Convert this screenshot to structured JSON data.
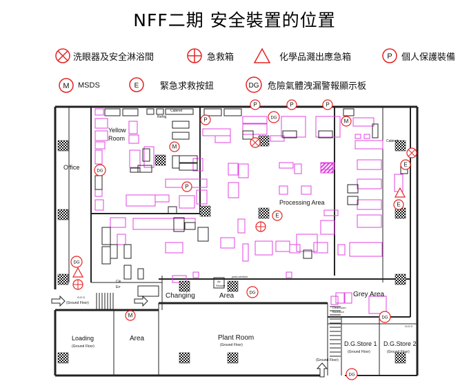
{
  "title": "NFF二期  安全裝置的位置",
  "legend": [
    {
      "symbol": "eyewash-shower-icon",
      "label": "洗眼器及安全淋浴間"
    },
    {
      "symbol": "first-aid-icon",
      "label": "急救箱"
    },
    {
      "symbol": "chemical-spill-icon",
      "label": "化學品濺出應急箱"
    },
    {
      "symbol": "ppe-icon",
      "symbol_text": "P",
      "label": "個人保護裝備"
    },
    {
      "symbol": "msds-icon",
      "symbol_text": "M",
      "label": "MSDS"
    },
    {
      "symbol": "emergency-button-icon",
      "symbol_text": "E",
      "label": "緊急求救按鈕"
    },
    {
      "symbol": "gas-leak-display-icon",
      "symbol_text": "DG",
      "label": "危險氣體洩漏警報顯示板"
    }
  ],
  "rooms": {
    "office": "Office",
    "yellow_room_1": "Yellow",
    "yellow_room_2": "Room",
    "processing": "Processing Area",
    "changing_1": "Changing",
    "changing_2": "Area",
    "grey": "Grey  Area",
    "loading": "Loading",
    "loading_sub": "(Ground Floor)",
    "area": "Area",
    "plant": "Plant Room",
    "plant_sub": "(Ground Floor)",
    "dg1": "D.G.Store 1",
    "dg1_sub": "(Ground Floor)",
    "dg2": "D.G.Store 2",
    "dg2_sub": "(Ground Floor)",
    "ground_left": "(Ground Floor)",
    "ground_stairs": "(Ground Floor)",
    "air_shower_1": "Air",
    "air_shower_2": "Shower",
    "pass_window": "pass-window",
    "cleanroom_1": "Cleanroom",
    "cleanroom_2": "Backdoor",
    "gds_left": "G.D.S.",
    "gds_right": "G.D.S.",
    "cabinet_1": "Cabinet",
    "cabinet_2": "Cabinet",
    "refrig": "Refrig",
    "cle_1": "Cle",
    "cle_2": "Err"
  },
  "colors": {
    "safety_red": "#e52222",
    "equipment_magenta": "#e040e0",
    "wall": "#222222"
  }
}
